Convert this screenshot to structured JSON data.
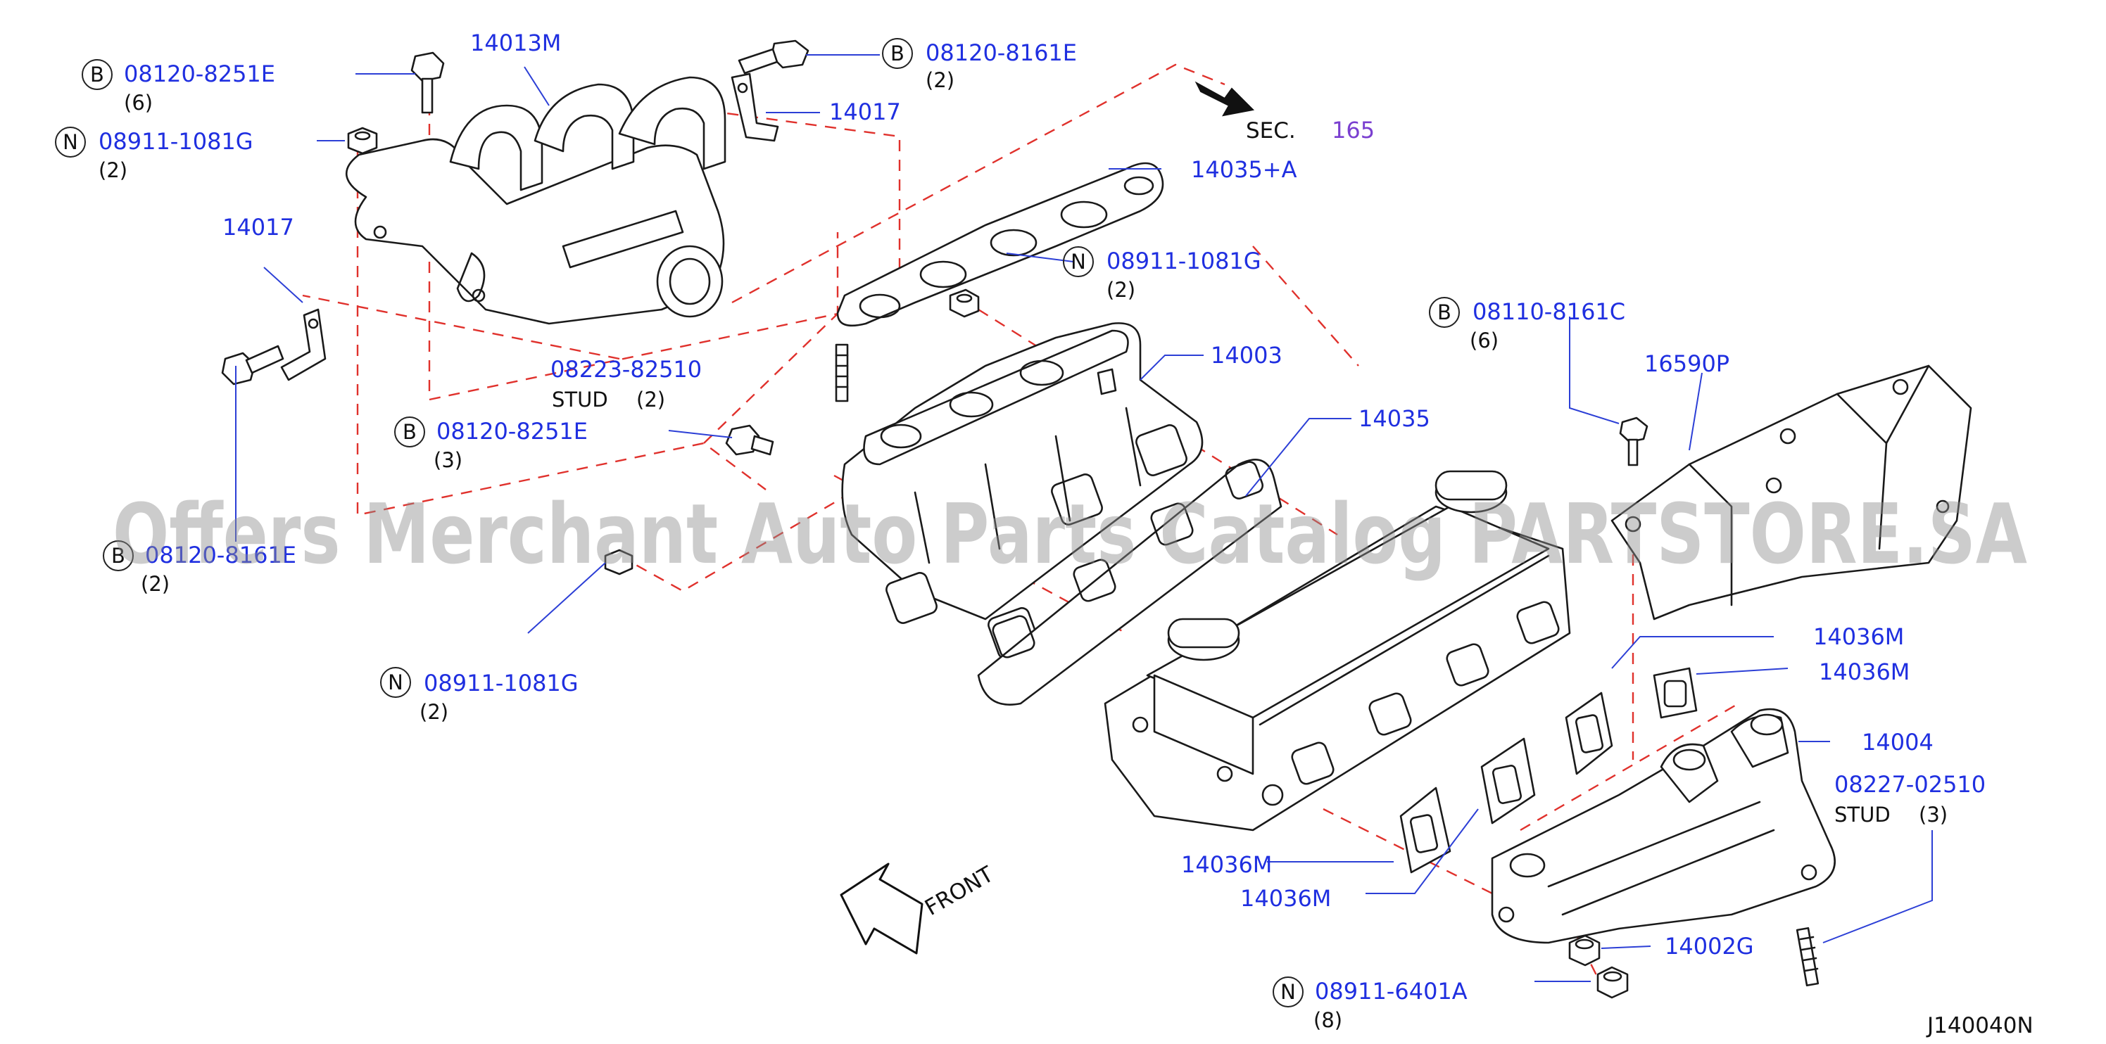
{
  "colors": {
    "callout": "#1f2fe0",
    "sec_ref": "#7a3fd0",
    "dashed_line": "#e0312c",
    "ink": "#1a1a1a",
    "watermark": "#8f8f8f"
  },
  "watermark": "Offers Merchant Auto Parts Catalog PARTSTORE.SA",
  "diagram_code": "J140040N",
  "front_label": "FRONT",
  "section_ref": {
    "prefix": "SEC.",
    "number": "165"
  },
  "callouts": {
    "bolt_08120_8251E_top": {
      "letter": "B",
      "part": "08120-8251E",
      "qty": "(6)"
    },
    "nut_08911_1081G_top": {
      "letter": "N",
      "part": "08911-1081G",
      "qty": "(2)"
    },
    "intake_collector": {
      "part": "14013M"
    },
    "bolt_08120_8161E_top": {
      "letter": "B",
      "part": "08120-8161E",
      "qty": "(2)"
    },
    "bracket_right": {
      "part": "14017"
    },
    "bracket_left": {
      "part": "14017"
    },
    "gasket_14035A": {
      "part": "14035+A"
    },
    "nut_08911_1081G_mid": {
      "letter": "N",
      "part": "08911-1081G",
      "qty": "(2)"
    },
    "stud_08223": {
      "part": "08223-82510",
      "label": "STUD",
      "qty": "(2)"
    },
    "intake_manifold": {
      "part": "14003"
    },
    "bolt_08120_8251E_mid": {
      "letter": "B",
      "part": "08120-8251E",
      "qty": "(3)"
    },
    "gasket_14035": {
      "part": "14035"
    },
    "bolt_08120_8161E_low": {
      "letter": "B",
      "part": "08120-8161E",
      "qty": "(2)"
    },
    "nut_08911_1081G_low": {
      "letter": "N",
      "part": "08911-1081G",
      "qty": "(2)"
    },
    "bolt_08110": {
      "letter": "B",
      "part": "08110-8161C",
      "qty": "(6)"
    },
    "heat_shield": {
      "part": "16590P"
    },
    "gasket_14036M_a": {
      "part": "14036M"
    },
    "gasket_14036M_b": {
      "part": "14036M"
    },
    "exhaust_manifold": {
      "part": "14004"
    },
    "stud_08227": {
      "part": "08227-02510",
      "label": "STUD",
      "qty": "(3)"
    },
    "gasket_14036M_c": {
      "part": "14036M"
    },
    "gasket_14036M_d": {
      "part": "14036M"
    },
    "nut_14002G": {
      "part": "14002G"
    },
    "nut_08911_6401A": {
      "letter": "N",
      "part": "08911-6401A",
      "qty": "(8)"
    }
  }
}
